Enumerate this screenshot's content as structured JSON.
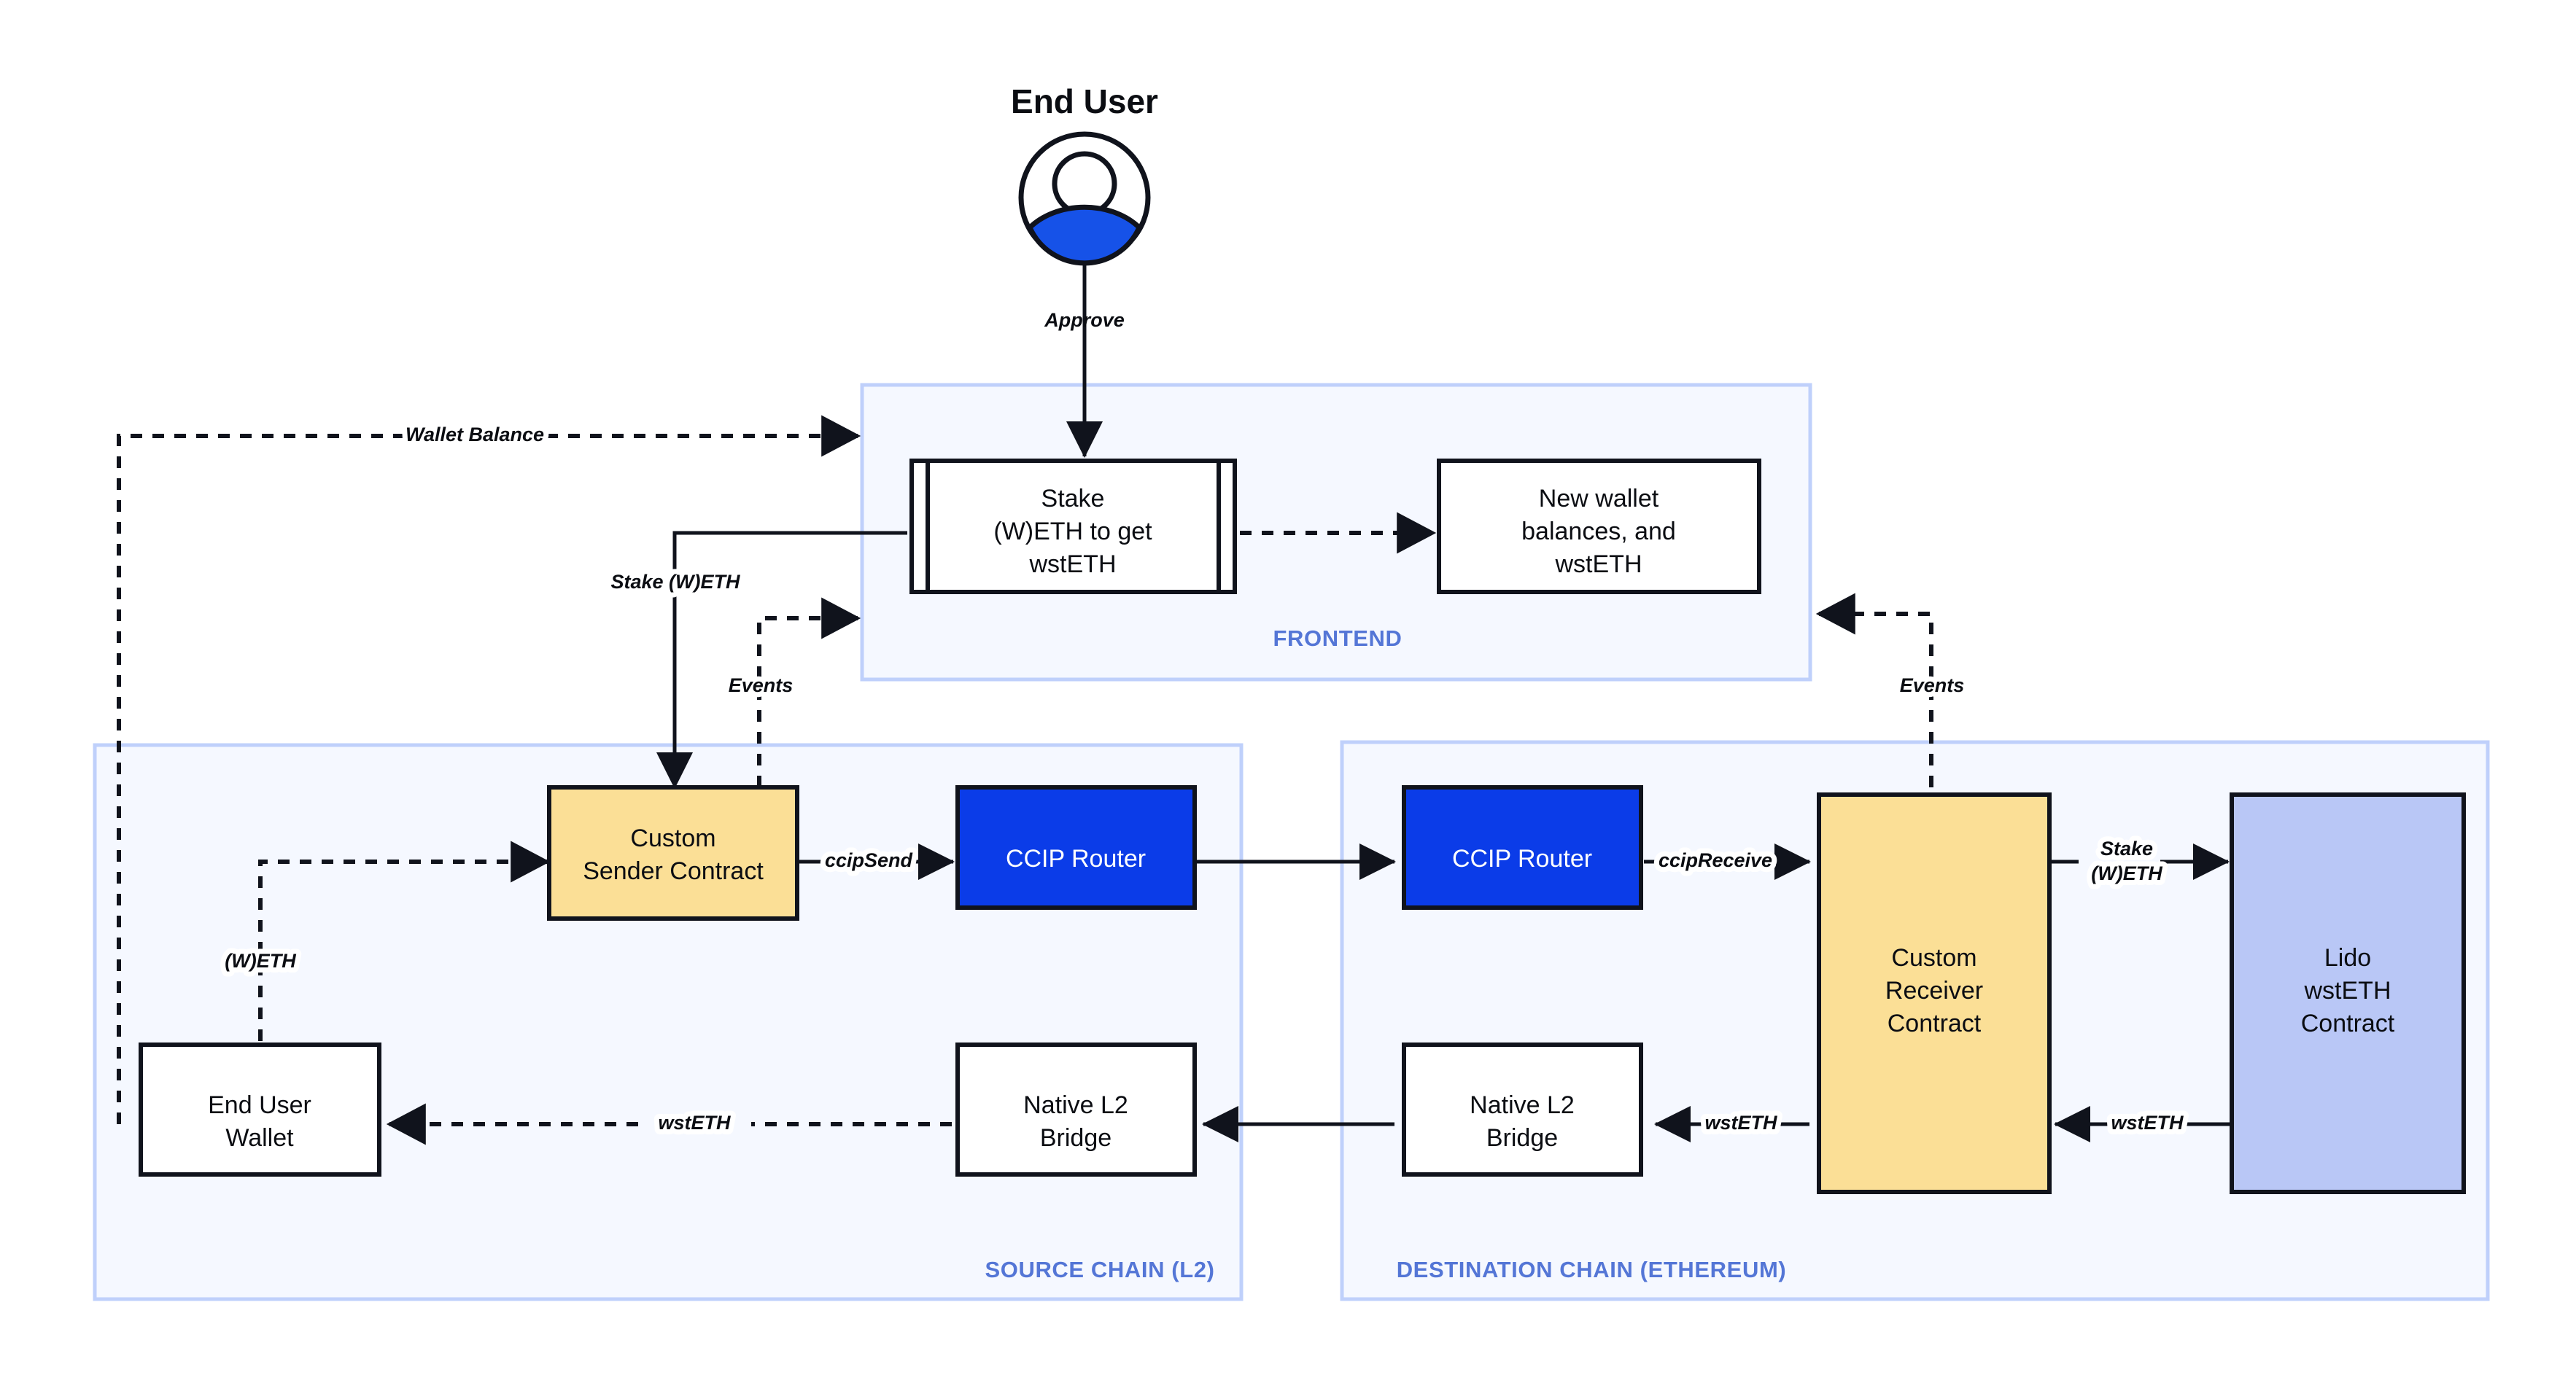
{
  "diagram": {
    "title": "End User",
    "actor": {
      "label": "End User",
      "icon": "user-avatar-icon",
      "accent_color": "#1652e8"
    }
  },
  "colors": {
    "stroke": "#10131c",
    "group_fill": "#f5f8ff",
    "group_stroke": "#bfd0fb",
    "group_label": "#5476d6",
    "router_blue": "#0b3ce8",
    "contract_yellow": "#fbdf96",
    "lido_lavender": "#b9c7f6",
    "white": "#ffffff"
  },
  "groups": [
    {
      "id": "frontend",
      "label": "FRONTEND"
    },
    {
      "id": "source",
      "label": "SOURCE CHAIN (L2)"
    },
    {
      "id": "destination",
      "label": "DESTINATION CHAIN (ETHEREUM)"
    }
  ],
  "nodes": [
    {
      "id": "stake-form",
      "group": "frontend",
      "shape": "process",
      "lines": [
        "Stake",
        "(W)ETH to get",
        "wstETH"
      ],
      "fill": "#ffffff"
    },
    {
      "id": "new-balances",
      "group": "frontend",
      "shape": "rect",
      "lines": [
        "New wallet",
        "balances, and",
        "wstETH"
      ],
      "fill": "#ffffff"
    },
    {
      "id": "custom-sender-contract",
      "group": "source",
      "shape": "rect",
      "lines": [
        "Custom",
        "Sender Contract"
      ],
      "fill": "#fbdf96"
    },
    {
      "id": "ccip-router-source",
      "group": "source",
      "shape": "rect",
      "lines": [
        "CCIP Router"
      ],
      "fill": "#0b3ce8",
      "text_color": "#ffffff"
    },
    {
      "id": "end-user-wallet",
      "group": "source",
      "shape": "rect",
      "lines": [
        "End User",
        "Wallet"
      ],
      "fill": "#ffffff"
    },
    {
      "id": "native-l2-bridge-source",
      "group": "source",
      "shape": "rect",
      "lines": [
        "Native L2",
        "Bridge"
      ],
      "fill": "#ffffff"
    },
    {
      "id": "ccip-router-destination",
      "group": "destination",
      "shape": "rect",
      "lines": [
        "CCIP Router"
      ],
      "fill": "#0b3ce8",
      "text_color": "#ffffff"
    },
    {
      "id": "custom-receiver-contract",
      "group": "destination",
      "shape": "rect",
      "lines": [
        "Custom",
        "Receiver",
        "Contract"
      ],
      "fill": "#fbdf96"
    },
    {
      "id": "lido-wsteth-contract",
      "group": "destination",
      "shape": "rect",
      "lines": [
        "Lido",
        "wstETH",
        "Contract"
      ],
      "fill": "#b9c7f6"
    },
    {
      "id": "native-l2-bridge-destination",
      "group": "destination",
      "shape": "rect",
      "lines": [
        "Native L2",
        "Bridge"
      ],
      "fill": "#ffffff"
    }
  ],
  "edges": [
    {
      "id": "approve",
      "from": "end-user",
      "to": "stake-form",
      "label": "Approve",
      "style": "solid"
    },
    {
      "id": "wallet-balance",
      "from": "end-user-wallet",
      "to": "stake-form",
      "label": "Wallet Balance",
      "style": "dashed"
    },
    {
      "id": "stake-weth",
      "from": "stake-form",
      "to": "custom-sender-contract",
      "label": "Stake (W)ETH",
      "style": "solid"
    },
    {
      "id": "events-source",
      "from": "custom-sender-contract",
      "to": "stake-form",
      "label": "Events",
      "style": "dashed"
    },
    {
      "id": "weth-transfer",
      "from": "end-user-wallet",
      "to": "custom-sender-contract",
      "label": "(W)ETH",
      "style": "dashed"
    },
    {
      "id": "ccip-send",
      "from": "custom-sender-contract",
      "to": "ccip-router-source",
      "label": "ccipSend",
      "style": "solid"
    },
    {
      "id": "cross-chain-router",
      "from": "ccip-router-source",
      "to": "ccip-router-destination",
      "label": "",
      "style": "solid"
    },
    {
      "id": "ccip-receive",
      "from": "ccip-router-destination",
      "to": "custom-receiver-contract",
      "label": "ccipReceive",
      "style": "solid"
    },
    {
      "id": "stake-weth-lido",
      "from": "custom-receiver-contract",
      "to": "lido-wsteth-contract",
      "label": "Stake\n(W)ETH",
      "style": "solid"
    },
    {
      "id": "wsteth-from-lido",
      "from": "lido-wsteth-contract",
      "to": "custom-receiver-contract",
      "label": "wstETH",
      "style": "solid"
    },
    {
      "id": "wsteth-to-bridge",
      "from": "custom-receiver-contract",
      "to": "native-l2-bridge-destination",
      "label": "wstETH",
      "style": "solid"
    },
    {
      "id": "wsteth-bridge-cross",
      "from": "native-l2-bridge-destination",
      "to": "native-l2-bridge-source",
      "label": "",
      "style": "solid"
    },
    {
      "id": "wsteth-to-wallet",
      "from": "native-l2-bridge-source",
      "to": "end-user-wallet",
      "label": "wstETH",
      "style": "dashed"
    },
    {
      "id": "events-destination",
      "from": "custom-receiver-contract",
      "to": "new-balances",
      "label": "Events",
      "style": "dashed"
    },
    {
      "id": "stake-to-balances",
      "from": "stake-form",
      "to": "new-balances",
      "label": "",
      "style": "dashed"
    }
  ],
  "labels": {
    "approve": "Approve",
    "wallet_balance": "Wallet Balance",
    "stake_weth": "Stake (W)ETH",
    "events_source": "Events",
    "weth": "(W)ETH",
    "ccip_send": "ccipSend",
    "ccip_receive": "ccipReceive",
    "stake_lido_line1": "Stake",
    "stake_lido_line2": "(W)ETH",
    "wsteth_lido": "wstETH",
    "wsteth_receiver_bridge": "wstETH",
    "wsteth_bridge_wallet": "wstETH",
    "events_destination": "Events"
  },
  "node_text": {
    "stake_form": [
      "Stake",
      "(W)ETH to get",
      "wstETH"
    ],
    "new_balances": [
      "New wallet",
      "balances, and",
      "wstETH"
    ],
    "custom_sender": [
      "Custom",
      "Sender Contract"
    ],
    "ccip_router_source": [
      "CCIP Router"
    ],
    "end_user_wallet": [
      "End User",
      "Wallet"
    ],
    "native_bridge_source": [
      "Native L2",
      "Bridge"
    ],
    "ccip_router_dest": [
      "CCIP Router"
    ],
    "custom_receiver": [
      "Custom",
      "Receiver",
      "Contract"
    ],
    "lido_contract": [
      "Lido",
      "wstETH",
      "Contract"
    ],
    "native_bridge_dest": [
      "Native L2",
      "Bridge"
    ]
  }
}
